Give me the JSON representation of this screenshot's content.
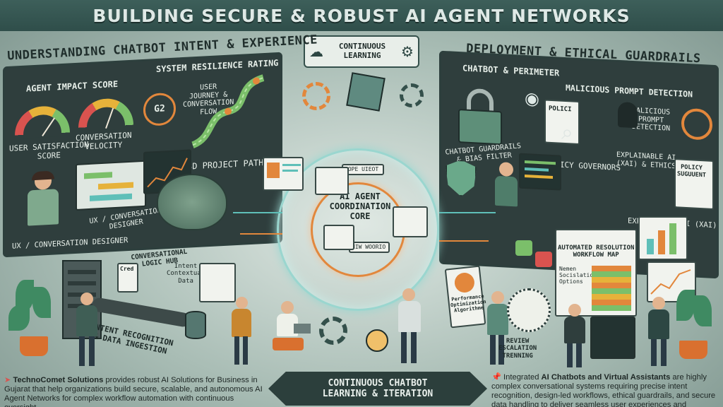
{
  "title": "BUILDING SECURE & ROBUST AI AGENT NETWORKS",
  "center_top": {
    "label": "CONTINUOUS\nLEARNING"
  },
  "left_panel": {
    "header": "UNDERSTANDING CHATBOT INTENT & EXPERIENCE",
    "agent_impact": "AGENT IMPACT SCORE",
    "resilience": "SYSTEM RESILIENCE RATING",
    "satisfaction": "USER SATISFACTION\nSCORE",
    "velocity": "CONVERSATION\nVELOCITY",
    "g2": "G2",
    "journey": "USER\nJOURNEY &\nCONVERSATION\nFLOW",
    "project_path": "3D PROJECT PATH",
    "ux_designer_right": "UX / CONVERSATION\nDESIGNER",
    "ux_designer_left": "UX / CONVERSATION DESIGNER"
  },
  "right_panel": {
    "header": "DEPLOYMENT & ETHICAL GUARDRAILS",
    "perimeter": "CHATBOT & PERIMETER",
    "malicious": "MALICIOUS PROMPT DETECTION",
    "policy_doc": "POLICI",
    "malicious_small": "MALICIOUS\nPROMPT\nDETECTION",
    "guardrails": "CHATBOT GUARDRAILS\n& BIAS FILTER",
    "governors": "POLICY GOVERNORS",
    "explainable": "EXPLAINABLE AI\n(XAI) & ETHICS",
    "policy_suggest": "POLICY\nSUGUUENT",
    "xai_samples": "EXPLAINABLE AI (XAI)\nSAMPLES"
  },
  "center": {
    "core": "AI AGENT\nCOORDINATION\nCORE",
    "chip_top": "SOPE UIEOT",
    "chip_bottom": "NIW WOORIO"
  },
  "lower_left": {
    "logic_hub": "CONVERSATIONAL\nLOGIC HUB",
    "intent_data": "Intent\nContextual\nData",
    "cred": "Cred",
    "ingestion": "INTENT RECOGNITION\n& DATA INGESTION"
  },
  "lower_right": {
    "workflow": "AUTOMATED RESOLUTION\nWORKFLOW MAP",
    "escalation_options": "Nemen\nSocislation\nOptions",
    "review": "REVIEW\nESCALATION\nTRENNING",
    "performance": "Performance\nOptimization\nAlgorithme"
  },
  "bottom": {
    "band_line1": "CONTINUOUS CHATBOT",
    "band_line2": "LEARNING & ITERATION",
    "left_bold": "TechnoComet Solutions",
    "left_text": " provides robust AI Solutions for Business in Gujarat that help organizations build secure, scalable, and autonomous AI Agent Networks for complex workflow automation with continuous oversight.",
    "right_prefix": "Integrated ",
    "right_bold": "AI Chatbots and Virtual Assistants",
    "right_text": " are highly complex conversational systems requiring precise intent recognition, design-led workflows, ethical guardrails, and secure data handling to deliver seamless user experiences and operational efficiency continuously."
  },
  "colors": {
    "panel_dark": "#2f3e3d",
    "accent_orange": "#e2873c",
    "accent_teal": "#5fbfb8",
    "title_band": "#2f4e4a"
  }
}
